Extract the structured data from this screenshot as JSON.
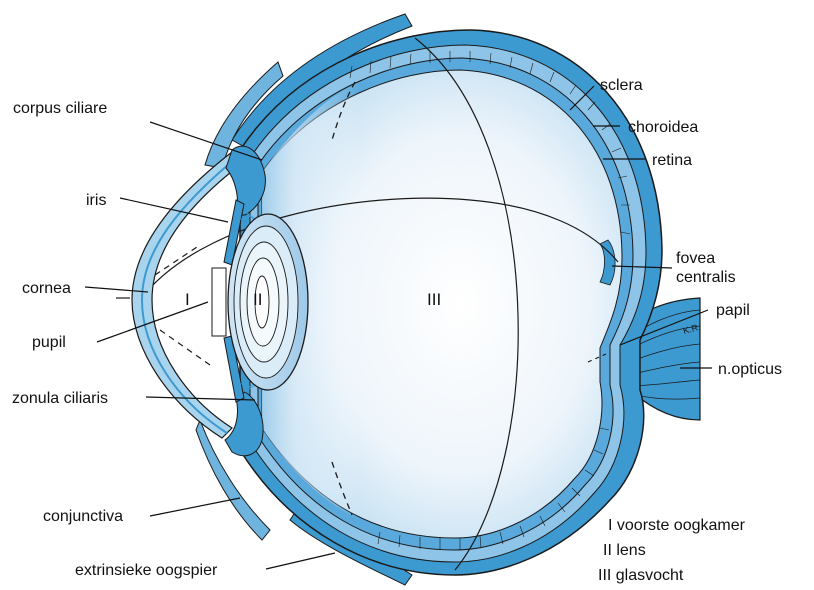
{
  "labels": {
    "corpus_ciliare": "corpus ciliare",
    "iris": "iris",
    "cornea": "cornea",
    "pupil": "pupil",
    "zonula_ciliaris": "zonula ciliaris",
    "conjunctiva": "conjunctiva",
    "extrinsieke_oogspier": "extrinsieke oogspier",
    "sclera": "sclera",
    "choroidea": "choroidea",
    "retina": "retina",
    "fovea_line1": "fovea",
    "fovea_line2": "centralis",
    "papil": "papil",
    "n_opticus": "n.opticus"
  },
  "chambers": {
    "I": "I",
    "II": "II",
    "III": "III"
  },
  "legend": {
    "item1": "I voorste oogkamer",
    "item2": "II lens",
    "item3": "III glasvocht"
  },
  "artist_mark": "K.R.",
  "colors": {
    "tissue_blue": "#3d9ad1",
    "tissue_light": "#a9d4ee",
    "vitreous_light": "#e9f3fb",
    "outline": "#1a1a1a"
  }
}
